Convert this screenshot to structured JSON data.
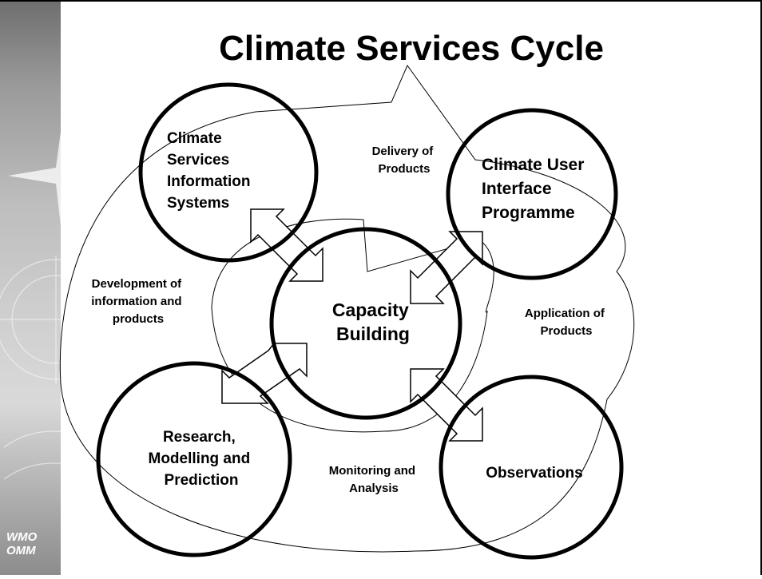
{
  "title": "Climate Services Cycle",
  "footer_logo": {
    "line1": "WMO",
    "line2": "OMM"
  },
  "nodes": {
    "csis": [
      "Climate",
      "Services",
      "Information",
      "Systems"
    ],
    "cuip": [
      "Climate User",
      "Interface",
      "Programme"
    ],
    "capacity": [
      "Capacity",
      "Building"
    ],
    "research": [
      "Research,",
      "Modelling and",
      "Prediction"
    ],
    "observations": [
      "Observations"
    ]
  },
  "flows": {
    "delivery": [
      "Delivery of",
      "Products"
    ],
    "development": [
      "Development of",
      "information and",
      "products"
    ],
    "application": [
      "Application of",
      "Products"
    ],
    "monitoring": [
      "Monitoring and",
      "Analysis"
    ]
  },
  "colors": {
    "stroke": "#000000",
    "band": "#9a9a9a",
    "background": "#ffffff"
  }
}
